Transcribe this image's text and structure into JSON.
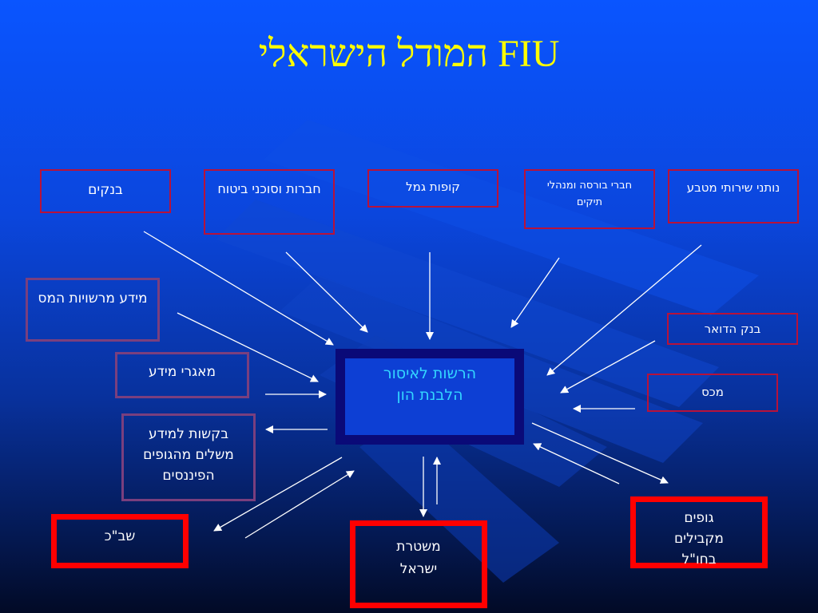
{
  "title": "המודל הישראלי FIU",
  "center": "הרשות לאיסור הלבנת הון",
  "nodes": {
    "banks": "בנקים",
    "insurance": "חברות וסוכני ביטוח",
    "provident": "קופות גמל",
    "stock": "חברי בורסה ומנהלי תיקים",
    "currency": "נותני שירותי מטבע",
    "post_bank": "בנק הדואר",
    "customs": "מכס",
    "licenses_info": "מידע מרשויות המס",
    "databases": "מאגרי מידע",
    "requests": "בקשות למידע משלים מהגופים הפיננסים",
    "shabak": "שב\"כ",
    "police": "משטרת ישראל",
    "foreign": "גופים מקבילים בחו\"ל"
  },
  "colors": {
    "title": "#ffff00",
    "center_text": "#33d6ff",
    "center_border": "#0a0a78",
    "node_border": "#b8123a",
    "node_border_purple": "#7a3f7e",
    "node_border_highlight": "#ff0000"
  }
}
